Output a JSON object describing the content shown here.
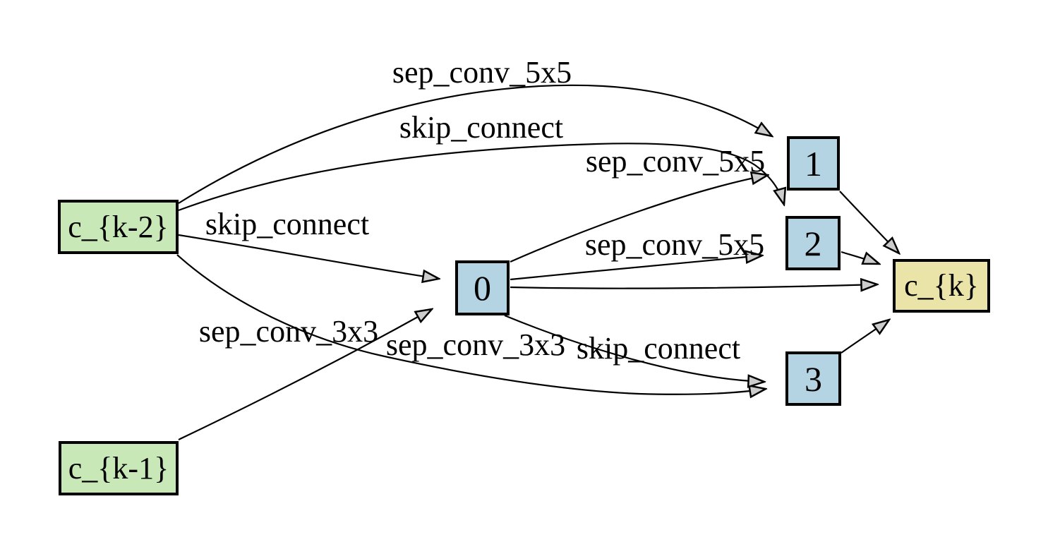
{
  "diagram": {
    "type": "neural-architecture-cell-graph",
    "nodes": [
      {
        "id": "c_k-2",
        "label": "c_{k-2}",
        "role": "input",
        "fill": "#c8e8b8"
      },
      {
        "id": "c_k-1",
        "label": "c_{k-1}",
        "role": "input",
        "fill": "#c8e8b8"
      },
      {
        "id": "0",
        "label": "0",
        "role": "intermediate",
        "fill": "#b4d4e4"
      },
      {
        "id": "1",
        "label": "1",
        "role": "intermediate",
        "fill": "#b4d4e4"
      },
      {
        "id": "2",
        "label": "2",
        "role": "intermediate",
        "fill": "#b4d4e4"
      },
      {
        "id": "3",
        "label": "3",
        "role": "intermediate",
        "fill": "#b4d4e4"
      },
      {
        "id": "c_k",
        "label": "c_{k}",
        "role": "output",
        "fill": "#eae4a8"
      }
    ],
    "edges": [
      {
        "from": "c_{k-2}",
        "to": "0",
        "op": "skip_connect"
      },
      {
        "from": "c_{k-1}",
        "to": "0",
        "op": "sep_conv_3x3"
      },
      {
        "from": "c_{k-2}",
        "to": "1",
        "op": "sep_conv_5x5"
      },
      {
        "from": "0",
        "to": "1",
        "op": "sep_conv_5x5"
      },
      {
        "from": "c_{k-2}",
        "to": "2",
        "op": "skip_connect"
      },
      {
        "from": "0",
        "to": "2",
        "op": "sep_conv_5x5"
      },
      {
        "from": "c_{k-2}",
        "to": "3",
        "op": "sep_conv_3x3"
      },
      {
        "from": "0",
        "to": "3",
        "op": "skip_connect"
      },
      {
        "from": "0",
        "to": "c_{k}",
        "op": ""
      },
      {
        "from": "1",
        "to": "c_{k}",
        "op": ""
      },
      {
        "from": "2",
        "to": "c_{k}",
        "op": ""
      },
      {
        "from": "3",
        "to": "c_{k}",
        "op": ""
      }
    ],
    "colors": {
      "input_fill": "#c8e8b8",
      "intermediate_fill": "#b4d4e4",
      "output_fill": "#eae4a8",
      "edge_stroke": "#000000",
      "arrowhead_fill": "#cccccc",
      "background": "#ffffff"
    }
  }
}
